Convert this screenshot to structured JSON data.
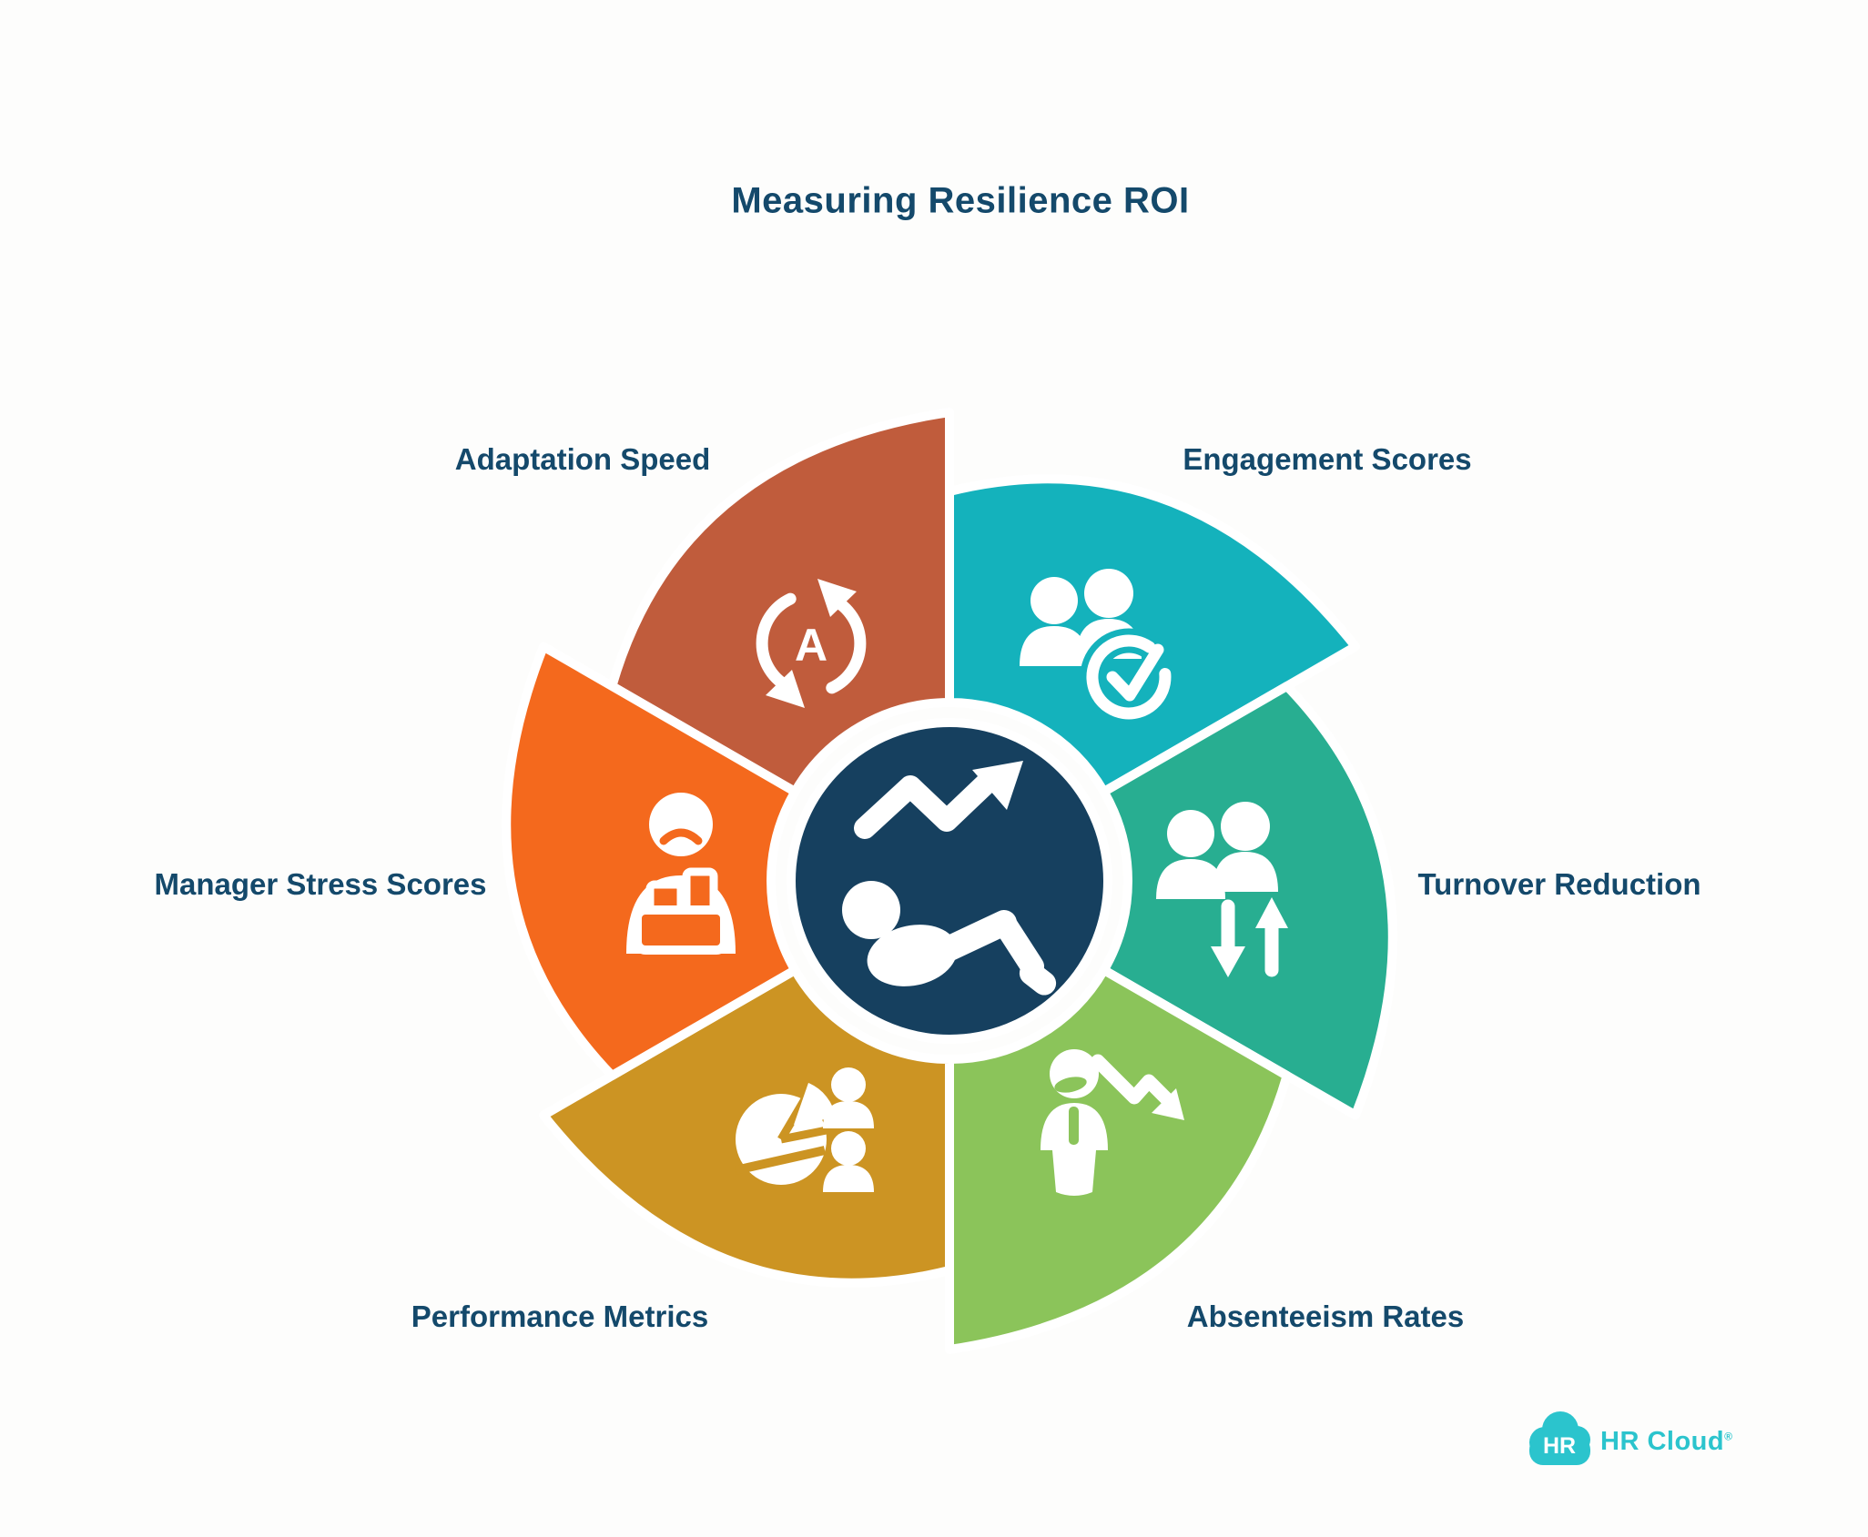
{
  "title": "Measuring Resilience ROI",
  "diagram": {
    "text_color": "#14496B",
    "colors": {
      "center": "#16405F",
      "ring": "#FFFFFF"
    },
    "center_icon": "resilience-growth-icon",
    "segments": [
      {
        "label": "Adaptation Speed",
        "color": "#C05C3C",
        "icon": "adaptation-refresh-icon",
        "letter": "A"
      },
      {
        "label": "Engagement Scores",
        "color": "#14B2BC",
        "icon": "people-check-icon"
      },
      {
        "label": "Turnover Reduction",
        "color": "#28AE91",
        "icon": "people-turnover-icon"
      },
      {
        "label": "Absenteeism Rates",
        "color": "#8BC45A",
        "icon": "person-absent-icon"
      },
      {
        "label": "Performance Metrics",
        "color": "#CC9423",
        "icon": "performance-pie-icon"
      },
      {
        "label": "Manager Stress Scores",
        "color": "#F4691D",
        "icon": "stressed-manager-icon"
      }
    ]
  },
  "footer_logo": {
    "badge_text": "HR",
    "brand": "HR Cloud",
    "registered_mark": "®",
    "color": "#2BC4CD"
  }
}
